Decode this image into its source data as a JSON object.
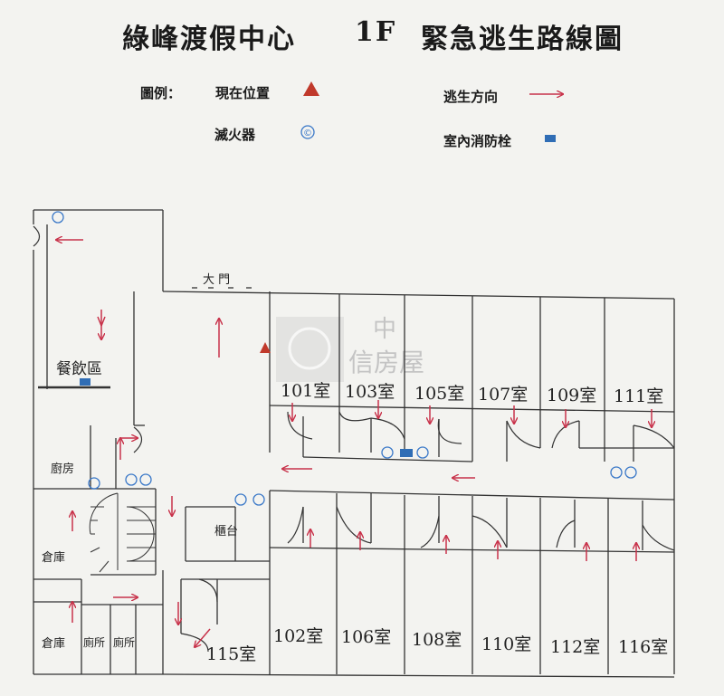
{
  "header": {
    "resort_name": "綠峰渡假中心",
    "floor": "1F",
    "map_title": "緊急逃生路線圖"
  },
  "legend": {
    "heading": "圖例：",
    "current_location": "現在位置",
    "escape_direction": "逃生方向",
    "extinguisher": "滅火器",
    "extinguisher_symbol": "©",
    "hydrant": "室內消防栓"
  },
  "areas": {
    "dining": "餐飲區",
    "kitchen": "廚房",
    "storage_1": "倉庫",
    "storage_2": "倉庫",
    "toilet_1": "廁所",
    "toilet_2": "廁所",
    "counter": "櫃台",
    "main_gate": "大 門"
  },
  "rooms": {
    "top": [
      "101室",
      "103室",
      "105室",
      "107室",
      "109室",
      "111室"
    ],
    "bottom": [
      "102室",
      "106室",
      "108室",
      "110室",
      "112室",
      "116室"
    ],
    "corner": "115室"
  },
  "watermark": {
    "line1": "中",
    "line2": "信房屋"
  },
  "colors": {
    "arrow": "#c8324a",
    "marker": "#c0392b",
    "extinguisher": "#3a78c8",
    "hydrant": "#2f6db5",
    "line": "#333333"
  }
}
